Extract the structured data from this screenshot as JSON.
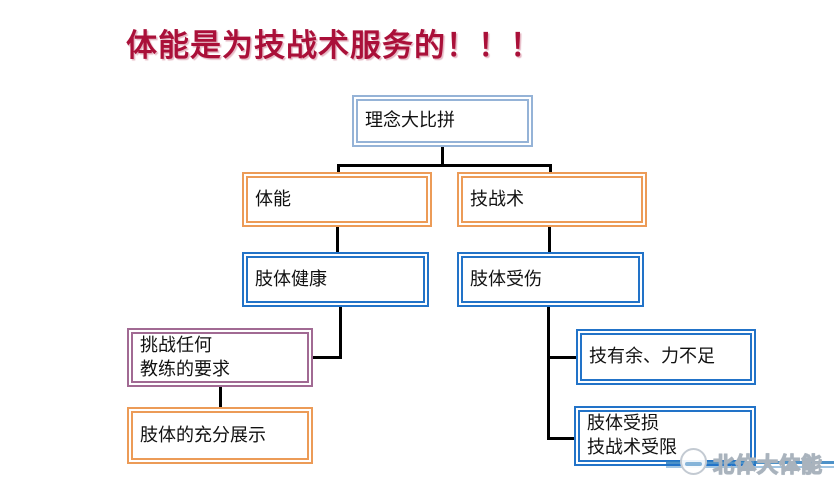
{
  "title": "体能是为技战术服务的！！！",
  "nodes": {
    "root": {
      "label": "理念大比拼"
    },
    "fitness": {
      "label": "体能"
    },
    "skills": {
      "label": "技战术"
    },
    "healthy": {
      "label": "肢体健康"
    },
    "injured": {
      "label": "肢体受伤"
    },
    "challenge": {
      "line1": "挑战任何",
      "line2": "教练的要求"
    },
    "display": {
      "label": "肢体的充分展示"
    },
    "imbalance": {
      "label": "技有余、力不足"
    },
    "damaged": {
      "line1": "肢体受损",
      "line2": "技战术受限"
    }
  },
  "watermark": {
    "label": "北体大体能"
  },
  "colors": {
    "title_color": "#aa1039",
    "root_border": "#95b3d7",
    "orange_border": "#ec9b57",
    "blue_border": "#2273c8",
    "purple_border": "#a16a93",
    "connector": "#000000",
    "watermark_blue": "#2f7fbe"
  }
}
